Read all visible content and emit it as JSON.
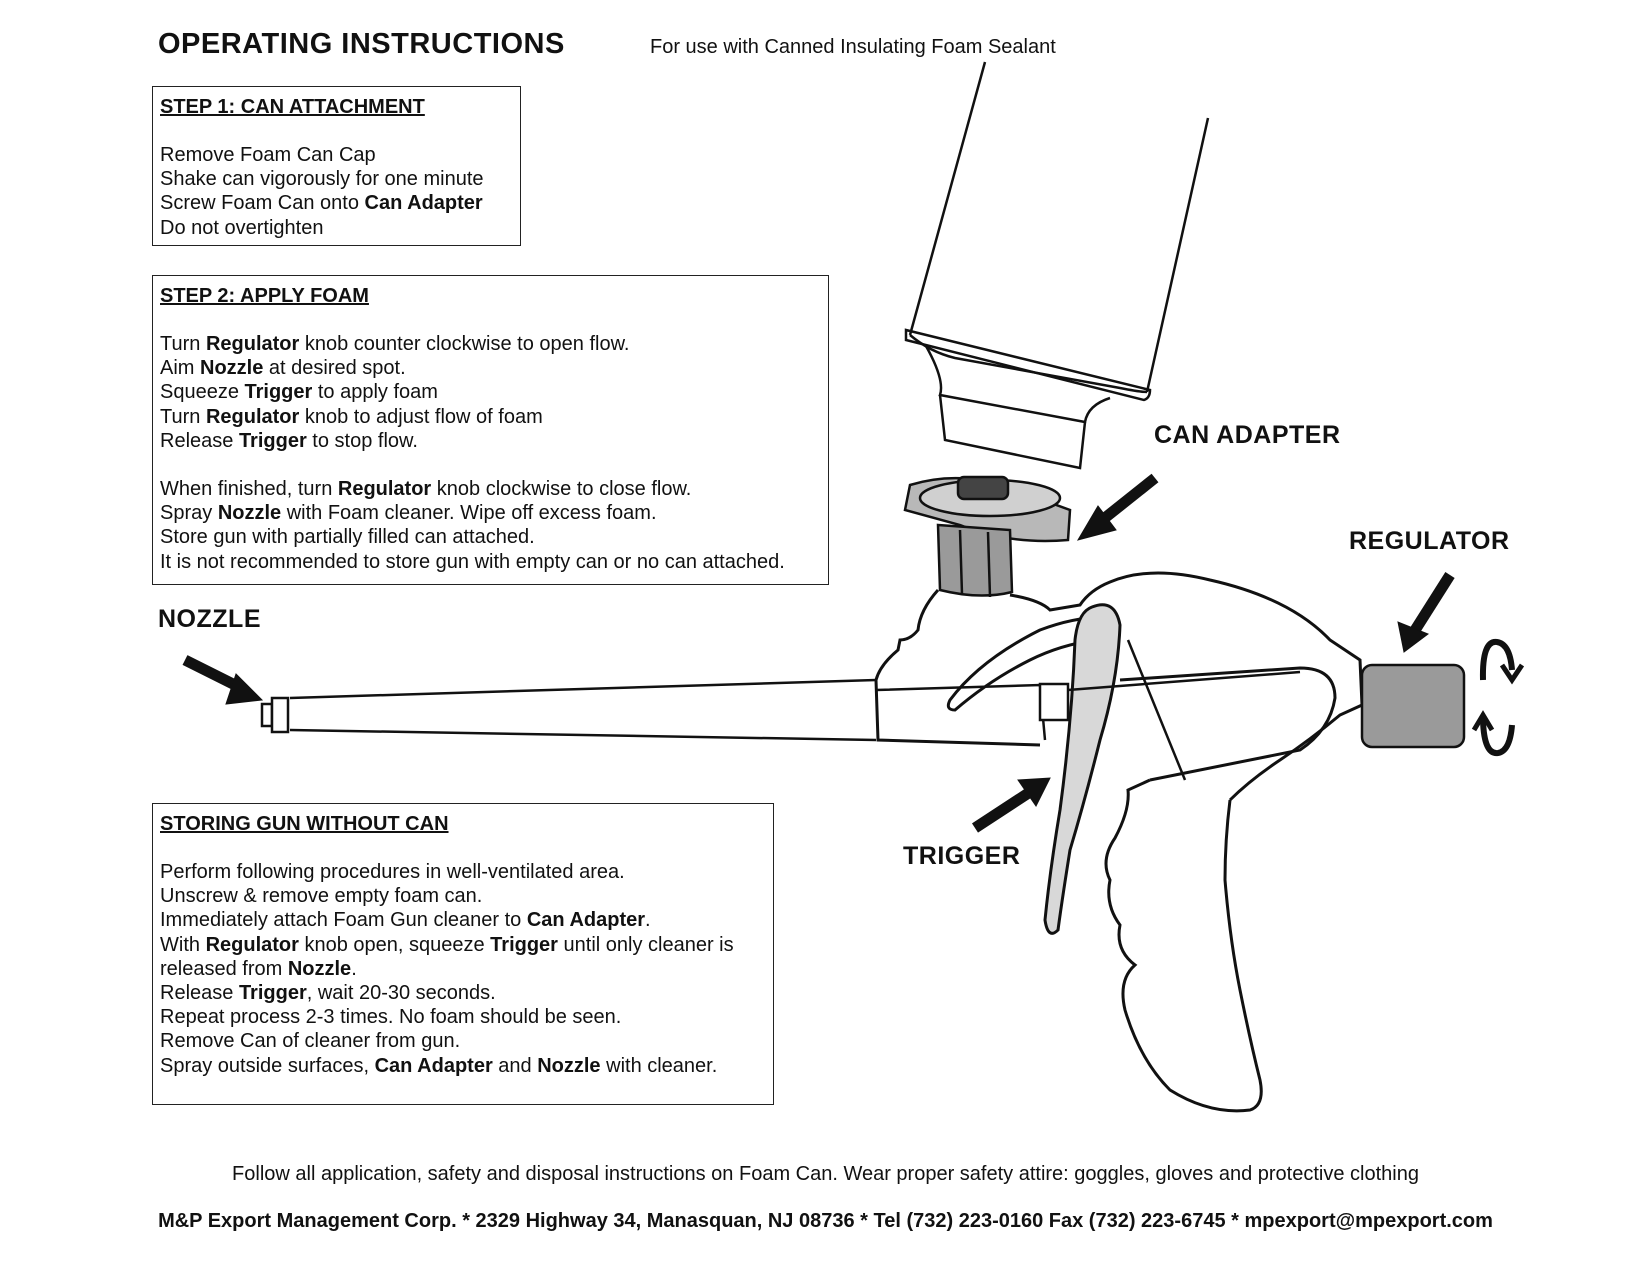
{
  "header": {
    "title": "OPERATING INSTRUCTIONS",
    "subtitle": "For use with Canned Insulating Foam Sealant"
  },
  "step1": {
    "heading": "STEP 1: CAN ATTACHMENT",
    "line1": "Remove Foam Can Cap",
    "line2": "Shake can vigorously for one minute",
    "line3_pre": "Screw Foam Can onto ",
    "line3_bold": "Can Adapter",
    "line4": "Do not overtighten"
  },
  "step2": {
    "heading": "STEP 2: APPLY FOAM",
    "l1a": "Turn ",
    "l1b": "Regulator",
    "l1c": " knob counter clockwise to open flow.",
    "l2a": "Aim ",
    "l2b": "Nozzle",
    "l2c": " at desired spot.",
    "l3a": "Squeeze ",
    "l3b": "Trigger",
    "l3c": " to apply foam",
    "l4a": "Turn ",
    "l4b": "Regulator",
    "l4c": " knob to adjust flow of foam",
    "l5a": "Release ",
    "l5b": "Trigger",
    "l5c": " to stop flow.",
    "l6a": "When finished, turn ",
    "l6b": "Regulator",
    "l6c": " knob clockwise to close flow.",
    "l7a": "Spray ",
    "l7b": "Nozzle",
    "l7c": " with Foam cleaner. Wipe off excess foam.",
    "l8": "Store gun with partially filled can attached.",
    "l9": "It is not recommended to store gun with empty can or no can attached."
  },
  "storing": {
    "heading": "STORING GUN WITHOUT CAN",
    "l1": "Perform following procedures in well-ventilated area.",
    "l2": "Unscrew  & remove empty foam can.",
    "l3a": "Immediately attach Foam Gun cleaner to ",
    "l3b": "Can Adapter",
    "l3c": ".",
    "l4a": "With ",
    "l4b": "Regulator",
    "l4c": " knob open, squeeze ",
    "l4d": "Trigger",
    "l4e": " until only cleaner is",
    "l5a": "released from ",
    "l5b": "Nozzle",
    "l5c": ".",
    "l6a": "Release ",
    "l6b": "Trigger",
    "l6c": ", wait 20-30 seconds.",
    "l7": "Repeat  process 2-3 times. No foam should be seen.",
    "l8": "Remove Can of cleaner from gun.",
    "l9a": "Spray outside surfaces, ",
    "l9b": "Can Adapter",
    "l9c": " and ",
    "l9d": "Nozzle",
    "l9e": " with cleaner."
  },
  "labels": {
    "can_adapter": "CAN ADAPTER",
    "regulator": "REGULATOR",
    "nozzle": "NOZZLE",
    "trigger": "TRIGGER"
  },
  "footer": {
    "safety": "Follow all application, safety and disposal instructions on Foam Can.  Wear proper safety attire: goggles, gloves and protective clothing",
    "contact": "M&P Export Management Corp. * 2329 Highway 34, Manasquan, NJ 08736 * Tel (732) 223-0160  Fax (732) 223-6745 * mpexport@mpexport.com"
  },
  "colors": {
    "ink": "#111111",
    "part_gray": "#9a9a9a",
    "light_gray": "#d4d4d4"
  }
}
